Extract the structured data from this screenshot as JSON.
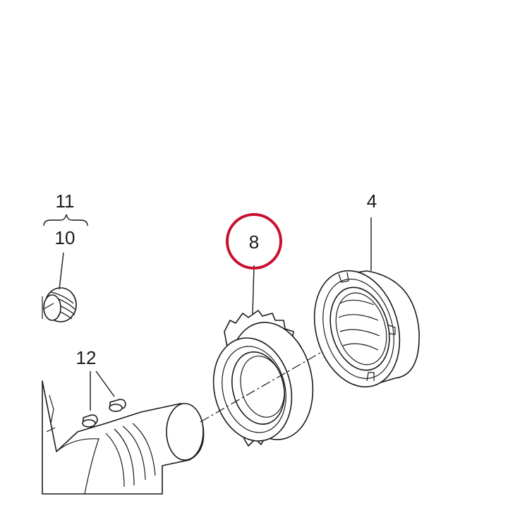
{
  "callouts": {
    "label_11": "11",
    "label_10": "10",
    "label_12": "12",
    "label_8": "8",
    "label_4": "4"
  },
  "highlight": {
    "target": "8",
    "color": "#c8102e"
  },
  "line_color": "#1a1a1a"
}
